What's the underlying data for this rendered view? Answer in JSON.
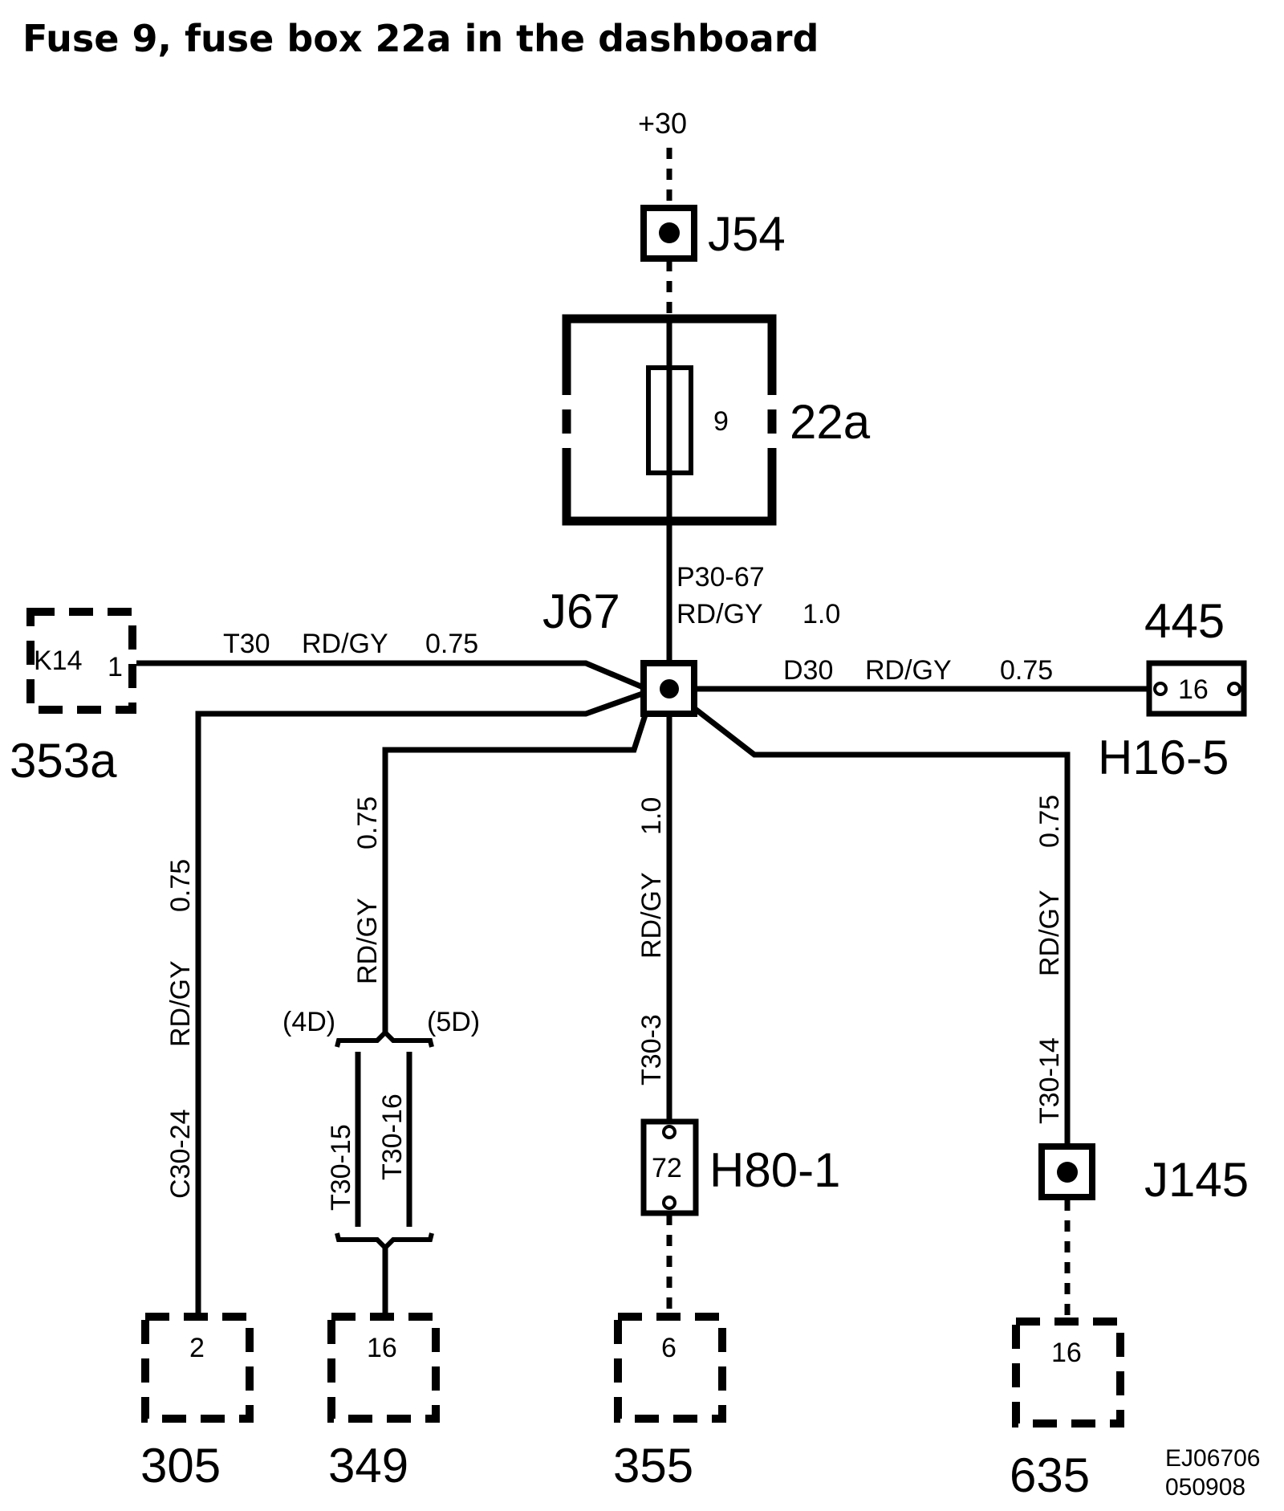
{
  "title": "Fuse 9, fuse box 22a in the dashboard",
  "supply": "+30",
  "junctions": {
    "j54": "J54",
    "j67": "J67",
    "j145": "J145"
  },
  "fusebox": {
    "name": "22a",
    "fuse": "9"
  },
  "wires": {
    "p30_67": {
      "id": "P30-67",
      "color": "RD/GY",
      "size": "1.0"
    },
    "t30": {
      "id": "T30",
      "color": "RD/GY",
      "size": "0.75"
    },
    "d30": {
      "id": "D30",
      "color": "RD/GY",
      "size": "0.75"
    },
    "c30_24": {
      "id": "C30-24",
      "color": "RD/GY",
      "size": "0.75"
    },
    "t30_15_16": {
      "color": "RD/GY",
      "size": "0.75",
      "id_a": "T30-15",
      "id_b": "T30-16",
      "variant_a": "(4D)",
      "variant_b": "(5D)"
    },
    "t30_3": {
      "id": "T30-3",
      "color": "RD/GY",
      "size": "1.0"
    },
    "t30_14": {
      "id": "T30-14",
      "color": "RD/GY",
      "size": "0.75"
    }
  },
  "components": {
    "c353a": {
      "name": "353a",
      "pin": "1",
      "label": "K14"
    },
    "c445": {
      "name": "445",
      "connector": "H16-5",
      "pin": "16"
    },
    "h80": {
      "connector": "H80-1",
      "pin": "72"
    },
    "c305": {
      "name": "305",
      "pin": "2"
    },
    "c349": {
      "name": "349",
      "pin": "16"
    },
    "c355": {
      "name": "355",
      "pin": "6"
    },
    "c635": {
      "name": "635",
      "pin": "16"
    }
  },
  "reference": {
    "code": "EJ06706",
    "date": "050908"
  },
  "colors": {
    "ink": "#000000",
    "background": "#ffffff"
  }
}
